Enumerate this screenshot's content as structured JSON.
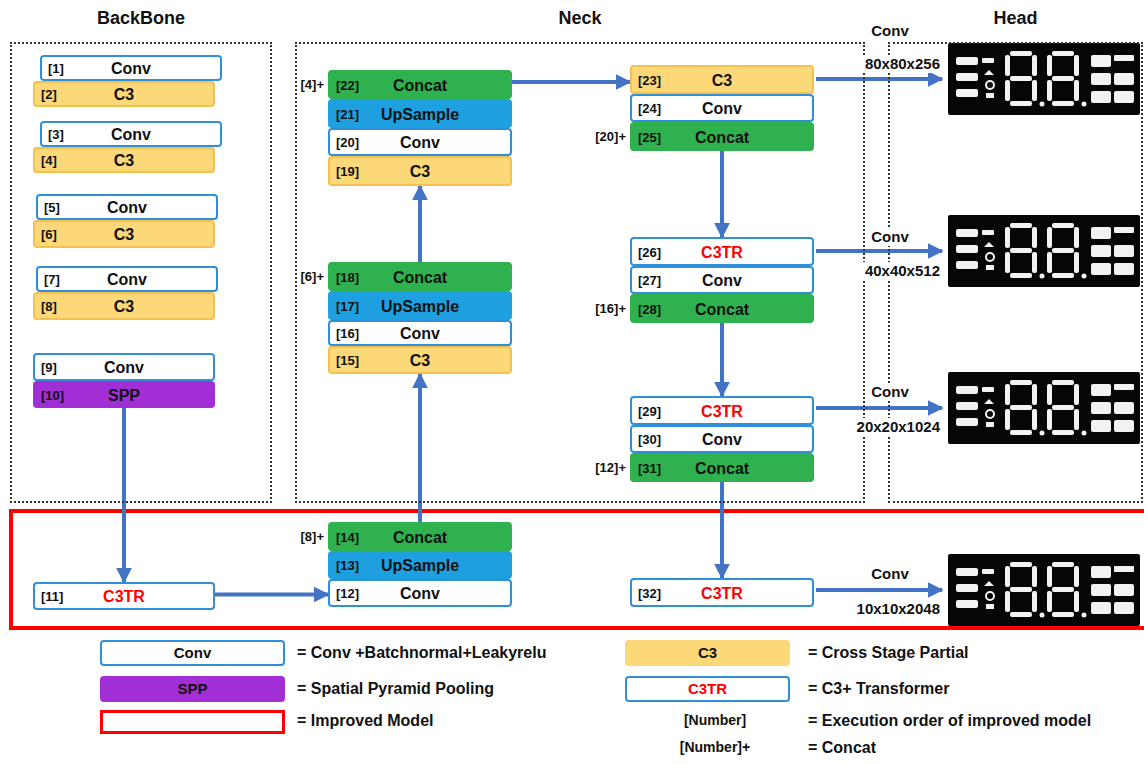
{
  "diagram": {
    "nodes": [
      {
        "text": [
          "BackBone"
        ]
      },
      {
        "text": [
          "[1]",
          "Conv"
        ],
        "in": 0
      },
      {
        "text": [
          "[2]",
          "C3"
        ],
        "in": 0
      },
      {
        "text": [
          "[3]",
          "Conv"
        ],
        "in": 0
      },
      {
        "text": [
          "[4]",
          "C3"
        ],
        "in": 0
      },
      {
        "text": [
          "[5]",
          "Conv"
        ],
        "in": 0
      },
      {
        "text": [
          "[6]",
          "C3"
        ],
        "in": 0
      },
      {
        "text": [
          "[7]",
          "Conv"
        ],
        "in": 0
      },
      {
        "text": [
          "[8]",
          "C3"
        ],
        "in": 0
      },
      {
        "text": [
          "[9]",
          "Conv"
        ],
        "in": 0
      },
      {
        "text": [
          "[10]",
          "SPP"
        ],
        "in": 0
      },
      {
        "text": [
          "Neck"
        ]
      },
      {
        "text": [
          "[22]",
          "Concat"
        ],
        "in": 11
      },
      {
        "text": [
          "[21]",
          "UpSample"
        ],
        "in": 11
      },
      {
        "text": [
          "[20]",
          "Conv"
        ],
        "in": 11
      },
      {
        "text": [
          "[19]",
          "C3"
        ],
        "in": 11
      },
      {
        "text": [
          "[18]",
          "Concat"
        ],
        "in": 11
      },
      {
        "text": [
          "[17]",
          "UpSample"
        ],
        "in": 11
      },
      {
        "text": [
          "[16]",
          "Conv"
        ],
        "in": 11
      },
      {
        "text": [
          "[15]",
          "C3"
        ],
        "in": 11
      },
      {
        "text": [
          "[23]",
          "C3"
        ],
        "in": 11
      },
      {
        "text": [
          "[24]",
          "Conv"
        ],
        "in": 11
      },
      {
        "text": [
          "[25]",
          "Concat"
        ],
        "in": 11
      },
      {
        "text": [
          "[26]",
          "C3TR"
        ],
        "in": 11
      },
      {
        "text": [
          "[27]",
          "Conv"
        ],
        "in": 11
      },
      {
        "text": [
          "[28]",
          "Concat"
        ],
        "in": 11
      },
      {
        "text": [
          "[29]",
          "C3TR"
        ],
        "in": 11
      },
      {
        "text": [
          "[30]",
          "Conv"
        ],
        "in": 11
      },
      {
        "text": [
          "[31]",
          "Concat"
        ],
        "in": 11
      },
      {
        "text": [
          "Head"
        ]
      },
      {
        "text": [
          "[11]",
          "C3TR"
        ]
      },
      {
        "text": [
          "[14]",
          "Concat"
        ]
      },
      {
        "text": [
          "[13]",
          "UpSample"
        ]
      },
      {
        "text": [
          "[12]",
          "Conv"
        ]
      },
      {
        "text": [
          "[32]",
          "C3TR"
        ]
      }
    ],
    "edges": [
      {
        "from": 10,
        "to": 30,
        "arrow": "to"
      },
      {
        "from": 30,
        "to": 33,
        "arrow": "to"
      },
      {
        "from": 31,
        "to": 19,
        "arrow": "to"
      },
      {
        "from": 16,
        "to": 15,
        "arrow": "to"
      },
      {
        "from": 12,
        "to": 20,
        "arrow": "to"
      },
      {
        "from": 22,
        "to": 23,
        "arrow": "to"
      },
      {
        "from": 25,
        "to": 26,
        "arrow": "to"
      },
      {
        "from": 28,
        "to": 34,
        "arrow": "to"
      }
    ],
    "labels": [
      "[4]+",
      "[6]+",
      "[8]+",
      "[20]+",
      "[16]+",
      "[12]+",
      "Conv",
      "80x80x256",
      "Conv",
      "40x40x512",
      "Conv",
      "20x20x1024",
      "Conv",
      "10x10x2048",
      "Conv",
      "SPP",
      "C3",
      "C3TR",
      "[Number]",
      "[Number]+"
    ],
    "legend": [
      {
        "text": "= Conv +Batchnormal+Leakyrelu"
      },
      {
        "text": "= Cross Stage Partial",
        "color": "#fdd878"
      },
      {
        "text": "= Spatial Pyramid Pooling",
        "color": "#a22fd6"
      },
      {
        "text": "= C3+ Transformer"
      },
      {
        "text": "= Improved Model"
      },
      {
        "text": "= Execution order of improved model"
      },
      {
        "text": "= Concat"
      }
    ]
  }
}
